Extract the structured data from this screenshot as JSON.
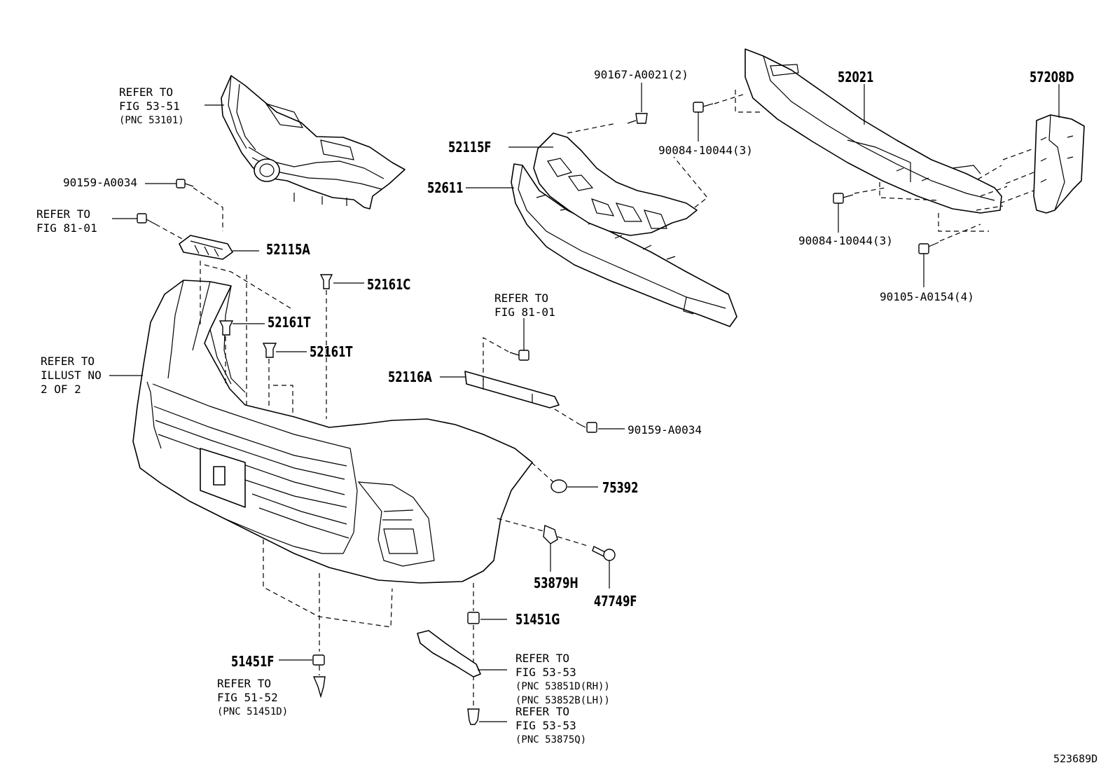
{
  "diagram_id": "523689D",
  "callouts": {
    "refer_grille": {
      "line1": "REFER TO",
      "line2": "FIG 53-51",
      "line3": "(PNC 53101)"
    },
    "refer_fig81_left": {
      "line1": "REFER TO",
      "line2": "FIG 81-01"
    },
    "refer_illust": {
      "line1": "REFER TO",
      "line2": "ILLUST NO",
      "line3": "2 OF 2"
    },
    "refer_fig81_mid": {
      "line1": "REFER TO",
      "line2": "FIG 81-01"
    },
    "refer_5353_cover": {
      "line1": "REFER TO",
      "line2": "FIG 53-53",
      "line3": "(PNC 53851D(RH))",
      "line4": "(PNC 53852B(LH))"
    },
    "refer_5353_bolt": {
      "line1": "REFER TO",
      "line2": "FIG 53-53",
      "line3": "(PNC 53875Q)"
    },
    "refer_5152": {
      "line1": "REFER TO",
      "line2": "FIG 51-52",
      "line3": "(PNC 51451D)"
    }
  },
  "parts": {
    "p_90167": "90167-A0021(2)",
    "p_52021": "52021",
    "p_57208d": "57208D",
    "p_90084_top": "90084-10044(3)",
    "p_52115f": "52115F",
    "p_52611": "52611",
    "p_90084_bot": "90084-10044(3)",
    "p_90105": "90105-A0154(4)",
    "p_90159_top": "90159-A0034",
    "p_52115a": "52115A",
    "p_52161c": "52161C",
    "p_52161t_1": "52161T",
    "p_52161t_2": "52161T",
    "p_52116a": "52116A",
    "p_90159_mid": "90159-A0034",
    "p_75392": "75392",
    "p_53879h": "53879H",
    "p_47749f": "47749F",
    "p_51451g": "51451G",
    "p_51451f": "51451F"
  }
}
